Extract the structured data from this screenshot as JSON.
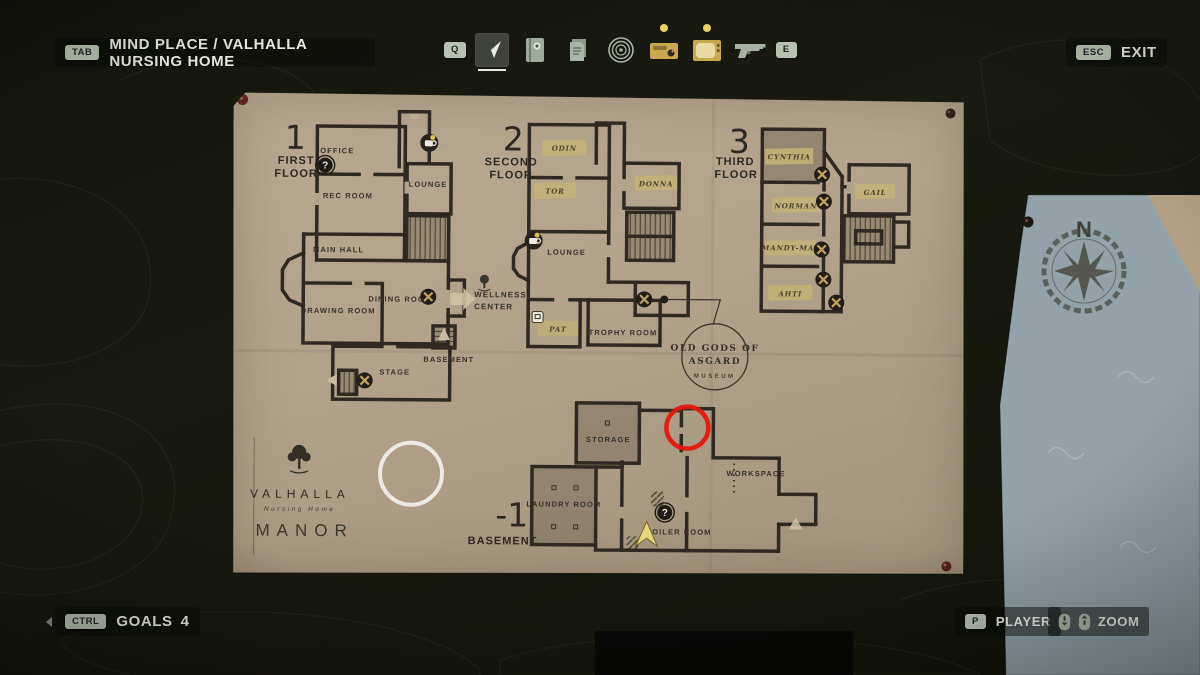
{
  "header": {
    "tab_key": "TAB",
    "title": "MIND PLACE / VALHALLA NURSING HOME"
  },
  "exit": {
    "key": "ESC",
    "label": "EXIT"
  },
  "toolbar": {
    "prev_key": "Q",
    "next_key": "E",
    "icons": [
      {
        "name": "map-cursor",
        "active": true,
        "badge": false
      },
      {
        "name": "journal",
        "active": false,
        "badge": false
      },
      {
        "name": "manuscript",
        "active": false,
        "badge": false
      },
      {
        "name": "echoes",
        "active": false,
        "badge": false
      },
      {
        "name": "radio",
        "active": false,
        "badge": true
      },
      {
        "name": "tv",
        "active": false,
        "badge": true
      },
      {
        "name": "weapon",
        "active": false,
        "badge": false
      }
    ]
  },
  "goals": {
    "key": "CTRL",
    "label": "GOALS",
    "count": "4"
  },
  "player_hint": {
    "key": "P",
    "label": "PLAYER"
  },
  "zoom_hint": {
    "label": "ZOOM"
  },
  "map": {
    "floor1": {
      "number": "1",
      "line1": "FIRST",
      "line2": "FLOOR",
      "rooms": {
        "office": "OFFICE",
        "rec_room": "REC ROOM",
        "lounge": "LOUNGE",
        "main_hall": "MAIN HALL",
        "drawing_room": "DRAWING ROOM",
        "dining_room": "DINING ROOM",
        "stage": "STAGE"
      },
      "basement_stairs": "BASEMENT"
    },
    "floor2": {
      "number": "2",
      "line1": "SECOND",
      "line2": "FLOOR",
      "plaques": {
        "odin": "ODIN",
        "tor": "TOR",
        "donna": "DONNA",
        "pat": "PAT"
      },
      "rooms": {
        "lounge": "LOUNGE",
        "trophy_room": "TROPHY ROOM"
      }
    },
    "floor3": {
      "number": "3",
      "line1": "THIRD",
      "line2": "FLOOR",
      "plaques": {
        "cynthia": "CYNTHIA",
        "norman": "NORMAN",
        "mandy_may": "MANDY-MAY",
        "ahti": "AHTI",
        "gail": "GAIL"
      }
    },
    "basement": {
      "number": "-1",
      "line1": "BASEMENT",
      "rooms": {
        "storage": "STORAGE",
        "laundry": "LAUNDRY ROOM",
        "workspace": "WORKSPACE",
        "boiler": "BOILER ROOM"
      }
    },
    "wellness": {
      "line1": "WELLNESS",
      "line2": "CENTER"
    },
    "museum": {
      "line1": "OLD GODS OF",
      "line2": "ASGARD",
      "line3": "MUSEUM"
    },
    "logo": {
      "name": "VALHALLA",
      "subtitle": "Nursing Home",
      "type": "MANOR"
    }
  },
  "side_map": {
    "compass": "N"
  },
  "colors": {
    "accent_gold": "#c9a94f",
    "badge_yellow": "#e8d35f",
    "key_chip": "#b7c2b1",
    "paper": "#b2a28a",
    "marker_red": "#e5170b",
    "player_marker": "#e5d47c"
  }
}
